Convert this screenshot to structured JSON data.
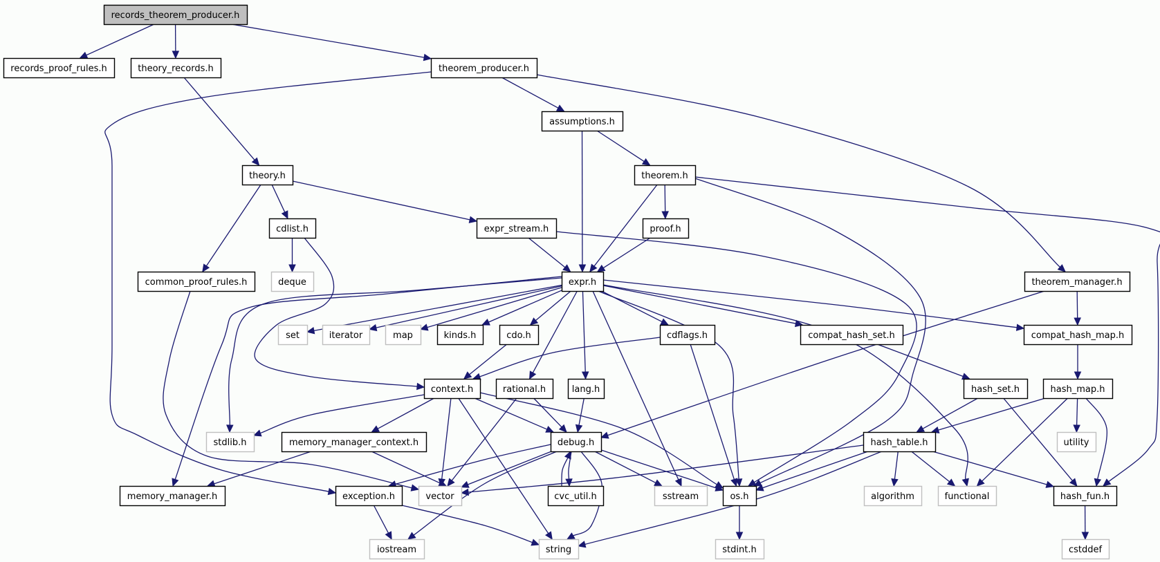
{
  "title": "records_theorem_producer.h include dependency graph",
  "colors": {
    "edge": "#191970",
    "root_fill": "#bfbfbf",
    "local_border": "#000000",
    "system_border": "#bfbfbf"
  },
  "nodes": [
    {
      "id": "records_theorem_producer",
      "label": "records_theorem_producer.h",
      "kind": "root"
    },
    {
      "id": "records_proof_rules",
      "label": "records_proof_rules.h",
      "kind": "local"
    },
    {
      "id": "theory_records",
      "label": "theory_records.h",
      "kind": "local"
    },
    {
      "id": "theorem_producer",
      "label": "theorem_producer.h",
      "kind": "local"
    },
    {
      "id": "assumptions",
      "label": "assumptions.h",
      "kind": "local"
    },
    {
      "id": "theory",
      "label": "theory.h",
      "kind": "local"
    },
    {
      "id": "theorem",
      "label": "theorem.h",
      "kind": "local"
    },
    {
      "id": "cdlist",
      "label": "cdlist.h",
      "kind": "local"
    },
    {
      "id": "expr_stream",
      "label": "expr_stream.h",
      "kind": "local"
    },
    {
      "id": "proof",
      "label": "proof.h",
      "kind": "local"
    },
    {
      "id": "common_proof_rules",
      "label": "common_proof_rules.h",
      "kind": "local"
    },
    {
      "id": "deque",
      "label": "deque",
      "kind": "system"
    },
    {
      "id": "expr",
      "label": "expr.h",
      "kind": "local"
    },
    {
      "id": "theorem_manager",
      "label": "theorem_manager.h",
      "kind": "local"
    },
    {
      "id": "set",
      "label": "set",
      "kind": "system"
    },
    {
      "id": "iterator",
      "label": "iterator",
      "kind": "system"
    },
    {
      "id": "map",
      "label": "map",
      "kind": "system"
    },
    {
      "id": "kinds",
      "label": "kinds.h",
      "kind": "local"
    },
    {
      "id": "cdo",
      "label": "cdo.h",
      "kind": "local"
    },
    {
      "id": "cdflags",
      "label": "cdflags.h",
      "kind": "local"
    },
    {
      "id": "compat_hash_set",
      "label": "compat_hash_set.h",
      "kind": "local"
    },
    {
      "id": "compat_hash_map",
      "label": "compat_hash_map.h",
      "kind": "local"
    },
    {
      "id": "context",
      "label": "context.h",
      "kind": "local"
    },
    {
      "id": "rational",
      "label": "rational.h",
      "kind": "local"
    },
    {
      "id": "lang",
      "label": "lang.h",
      "kind": "local"
    },
    {
      "id": "hash_set",
      "label": "hash_set.h",
      "kind": "local"
    },
    {
      "id": "hash_map",
      "label": "hash_map.h",
      "kind": "local"
    },
    {
      "id": "stdlib",
      "label": "stdlib.h",
      "kind": "system"
    },
    {
      "id": "memory_manager_context",
      "label": "memory_manager_context.h",
      "kind": "local"
    },
    {
      "id": "debug",
      "label": "debug.h",
      "kind": "local"
    },
    {
      "id": "hash_table",
      "label": "hash_table.h",
      "kind": "local"
    },
    {
      "id": "utility",
      "label": "utility",
      "kind": "system"
    },
    {
      "id": "memory_manager",
      "label": "memory_manager.h",
      "kind": "local"
    },
    {
      "id": "exception",
      "label": "exception.h",
      "kind": "local"
    },
    {
      "id": "vector",
      "label": "vector",
      "kind": "system"
    },
    {
      "id": "cvc_util",
      "label": "cvc_util.h",
      "kind": "local"
    },
    {
      "id": "sstream",
      "label": "sstream",
      "kind": "system"
    },
    {
      "id": "os",
      "label": "os.h",
      "kind": "local"
    },
    {
      "id": "algorithm",
      "label": "algorithm",
      "kind": "system"
    },
    {
      "id": "functional",
      "label": "functional",
      "kind": "system"
    },
    {
      "id": "hash_fun",
      "label": "hash_fun.h",
      "kind": "local"
    },
    {
      "id": "iostream",
      "label": "iostream",
      "kind": "system"
    },
    {
      "id": "string",
      "label": "string",
      "kind": "system"
    },
    {
      "id": "stdint",
      "label": "stdint.h",
      "kind": "system"
    },
    {
      "id": "cstddef",
      "label": "cstddef",
      "kind": "system"
    }
  ],
  "edges": [
    [
      "records_theorem_producer",
      "records_proof_rules"
    ],
    [
      "records_theorem_producer",
      "theory_records"
    ],
    [
      "records_theorem_producer",
      "theorem_producer"
    ],
    [
      "theory_records",
      "theory"
    ],
    [
      "theorem_producer",
      "assumptions"
    ],
    [
      "theorem_producer",
      "exception"
    ],
    [
      "theorem_producer",
      "theorem_manager"
    ],
    [
      "assumptions",
      "expr"
    ],
    [
      "assumptions",
      "theorem"
    ],
    [
      "theory",
      "cdlist"
    ],
    [
      "theory",
      "common_proof_rules"
    ],
    [
      "theory",
      "expr_stream"
    ],
    [
      "theorem",
      "proof"
    ],
    [
      "theorem",
      "expr"
    ],
    [
      "theorem",
      "os"
    ],
    [
      "theorem",
      "hash_fun"
    ],
    [
      "cdlist",
      "deque"
    ],
    [
      "cdlist",
      "context"
    ],
    [
      "expr_stream",
      "expr"
    ],
    [
      "expr_stream",
      "os"
    ],
    [
      "proof",
      "expr"
    ],
    [
      "common_proof_rules",
      "vector"
    ],
    [
      "expr",
      "set"
    ],
    [
      "expr",
      "iterator"
    ],
    [
      "expr",
      "map"
    ],
    [
      "expr",
      "kinds"
    ],
    [
      "expr",
      "cdo"
    ],
    [
      "expr",
      "cdflags"
    ],
    [
      "expr",
      "compat_hash_set"
    ],
    [
      "expr",
      "compat_hash_map"
    ],
    [
      "expr",
      "rational"
    ],
    [
      "expr",
      "lang"
    ],
    [
      "expr",
      "sstream"
    ],
    [
      "expr",
      "os"
    ],
    [
      "expr",
      "functional"
    ],
    [
      "expr",
      "stdlib"
    ],
    [
      "expr",
      "memory_manager"
    ],
    [
      "theorem_manager",
      "compat_hash_map"
    ],
    [
      "theorem_manager",
      "debug"
    ],
    [
      "cdo",
      "context"
    ],
    [
      "cdflags",
      "context"
    ],
    [
      "cdflags",
      "os"
    ],
    [
      "compat_hash_set",
      "hash_set"
    ],
    [
      "compat_hash_map",
      "hash_map"
    ],
    [
      "context",
      "stdlib"
    ],
    [
      "context",
      "memory_manager_context"
    ],
    [
      "context",
      "vector"
    ],
    [
      "context",
      "string"
    ],
    [
      "context",
      "debug"
    ],
    [
      "context",
      "os"
    ],
    [
      "rational",
      "debug"
    ],
    [
      "rational",
      "vector"
    ],
    [
      "lang",
      "debug"
    ],
    [
      "hash_set",
      "hash_table"
    ],
    [
      "hash_set",
      "hash_fun"
    ],
    [
      "hash_map",
      "hash_table"
    ],
    [
      "hash_map",
      "utility"
    ],
    [
      "hash_map",
      "functional"
    ],
    [
      "hash_map",
      "hash_fun"
    ],
    [
      "memory_manager_context",
      "memory_manager"
    ],
    [
      "memory_manager_context",
      "vector"
    ],
    [
      "debug",
      "exception"
    ],
    [
      "debug",
      "vector"
    ],
    [
      "debug",
      "cvc_util"
    ],
    [
      "debug",
      "sstream"
    ],
    [
      "debug",
      "os"
    ],
    [
      "debug",
      "string"
    ],
    [
      "debug",
      "iostream"
    ],
    [
      "cvc_util",
      "debug"
    ],
    [
      "hash_table",
      "vector"
    ],
    [
      "hash_table",
      "os"
    ],
    [
      "hash_table",
      "string"
    ],
    [
      "hash_table",
      "algorithm"
    ],
    [
      "hash_table",
      "functional"
    ],
    [
      "hash_table",
      "hash_fun"
    ],
    [
      "exception",
      "iostream"
    ],
    [
      "exception",
      "string"
    ],
    [
      "os",
      "stdint"
    ],
    [
      "hash_fun",
      "cstddef"
    ]
  ]
}
